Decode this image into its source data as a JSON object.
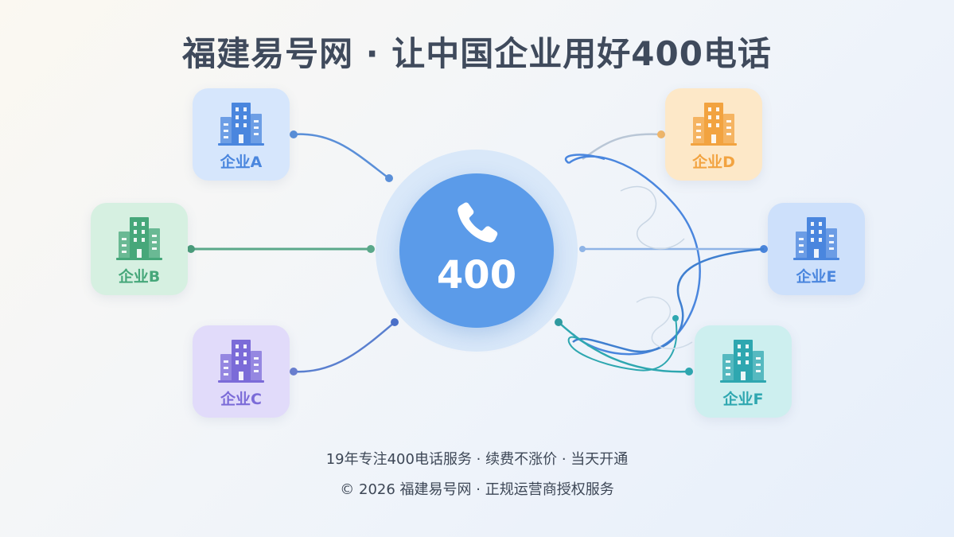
{
  "title": "福建易号网 · 让中国企业用好400电话",
  "hub": {
    "label": "400",
    "icon": "phone-icon",
    "color": "#5b9be9"
  },
  "companies": [
    {
      "label": "企业A",
      "icon": "building-icon",
      "color": "#4a86de",
      "bg": "#d6e6fc"
    },
    {
      "label": "企业B",
      "icon": "building-icon",
      "color": "#46a77a",
      "bg": "#d6f0e1"
    },
    {
      "label": "企业C",
      "icon": "building-icon",
      "color": "#7b6bd8",
      "bg": "#e1dbfa"
    },
    {
      "label": "企业D",
      "icon": "building-icon",
      "color": "#f2a340",
      "bg": "#fde8c8"
    },
    {
      "label": "企业E",
      "icon": "building-icon",
      "color": "#4a86de",
      "bg": "#cde0fb"
    },
    {
      "label": "企业F",
      "icon": "building-icon",
      "color": "#2ea7b0",
      "bg": "#cdefef"
    }
  ],
  "footer": {
    "line1": "19年专注400电话服务 · 续费不涨价 · 当天开通",
    "line2": "© 2026 福建易号网 · 正规运营商授权服务"
  }
}
